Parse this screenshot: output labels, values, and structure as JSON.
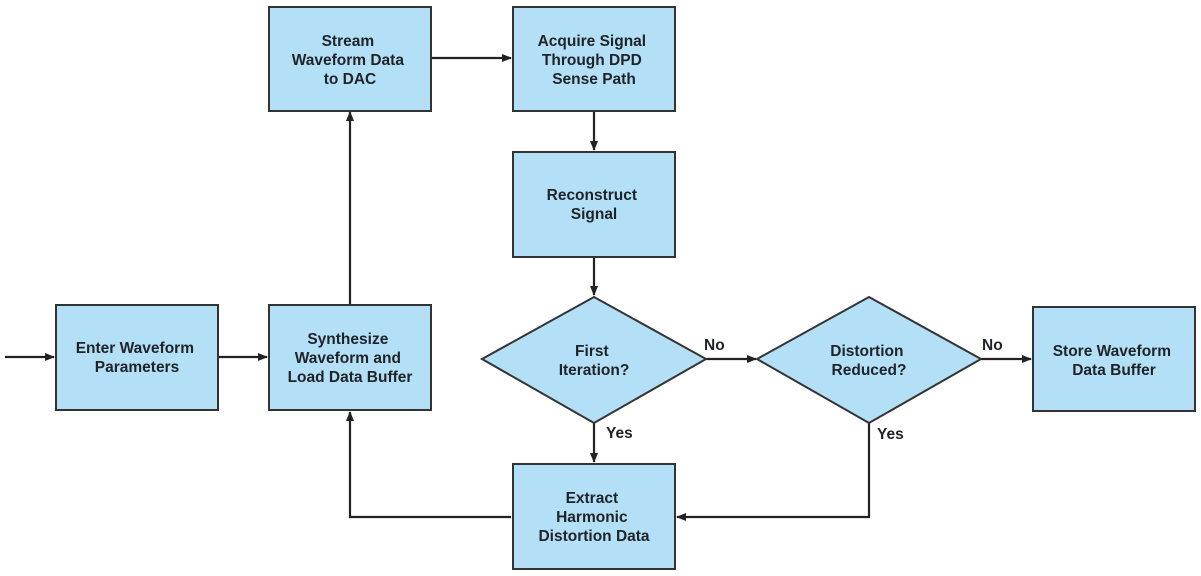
{
  "colors": {
    "node_fill": "#b3e0f7",
    "node_stroke": "#333333",
    "arrow": "#222222",
    "text": "#1f2328"
  },
  "nodes": {
    "enter_params": {
      "lines": [
        "Enter Waveform",
        "Parameters"
      ]
    },
    "synthesize": {
      "lines": [
        "Synthesize",
        "Waveform and",
        "Load Data Buffer"
      ]
    },
    "stream": {
      "lines": [
        "Stream",
        "Waveform Data",
        "to DAC"
      ]
    },
    "acquire": {
      "lines": [
        "Acquire Signal",
        "Through DPD",
        "Sense Path"
      ]
    },
    "reconstruct": {
      "lines": [
        "Reconstruct",
        "Signal"
      ]
    },
    "first_iteration": {
      "lines": [
        "First",
        "Iteration?"
      ]
    },
    "distortion_reduced": {
      "lines": [
        "Distortion",
        "Reduced?"
      ]
    },
    "store": {
      "lines": [
        "Store Waveform",
        "Data Buffer"
      ]
    },
    "extract": {
      "lines": [
        "Extract",
        "Harmonic",
        "Distortion Data"
      ]
    }
  },
  "edge_labels": {
    "first_no": "No",
    "first_yes": "Yes",
    "distortion_no": "No",
    "distortion_yes": "Yes"
  }
}
